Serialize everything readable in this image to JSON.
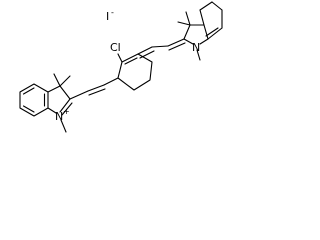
{
  "molecule": {
    "labels": {
      "iodide": "I",
      "iodide_charge": "-",
      "chlorine": "Cl",
      "n_left": "N",
      "n_left_charge": "+",
      "n_right": "N"
    }
  }
}
